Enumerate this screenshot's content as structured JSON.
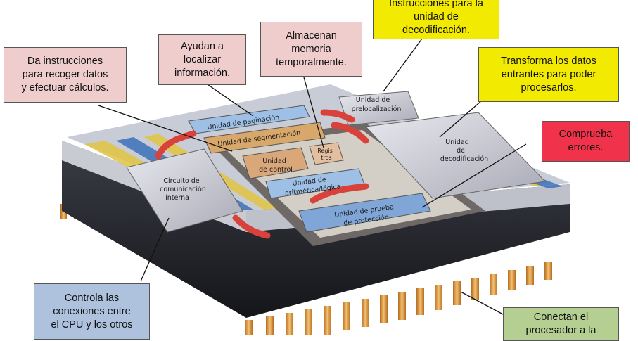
{
  "callouts": {
    "decode_instructions": "Instrucciones para la\nunidad de\ndecodificación.",
    "locate_info": "Ayudan a\nlocalizar\ninformación.",
    "store_memory": "Almacenan\nmemoria\ntemporalmente.",
    "give_instructions": "Da instrucciones\npara recoger datos\ny efectuar cálculos.",
    "transform_data": "Transforma los datos\nentrantes para poder\nprocesarlos.",
    "check_errors": "Comprueba\nerrores.",
    "control_connections": "Controla las\nconexiones entre\nel CPU y los otros",
    "connect_processor": "Conectan el\nprocesador a la"
  },
  "chip_labels": {
    "prefetch": [
      "Unidad de",
      "prelocalización"
    ],
    "paging": "Unidad de paginación",
    "segmentation": "Unidad de segmentación",
    "decode": [
      "Unidad",
      "de",
      "decodificación"
    ],
    "control": [
      "Unidad",
      "de control"
    ],
    "registers": [
      "Regis",
      "tros"
    ],
    "alu": [
      "Unidad de",
      "aritmética/lógica"
    ],
    "protection": [
      "Unidad de prueba",
      "de protección"
    ],
    "internal_bus": [
      "Circuito de",
      "comunicación",
      "interna"
    ]
  },
  "colors": {
    "pink": "#efcdcd",
    "yellow": "#f2ea00",
    "red": "#f0334a",
    "blue": "#aec2de",
    "green": "#b5cf93",
    "pin": "#e0a040",
    "chip_base": "#2a2a30"
  }
}
